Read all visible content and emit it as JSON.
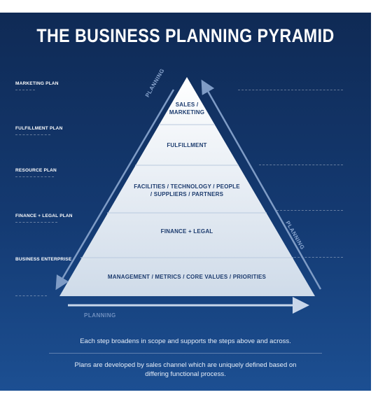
{
  "title": "THE BUSINESS PLANNING PYRAMID",
  "tier_labels": [
    "MARKETING PLAN",
    "FULFILLMENT PLAN",
    "RESOURCE PLAN",
    "FINANCE + LEGAL PLAN",
    "BUSINESS ENTERPRISE"
  ],
  "pyramid_layers": [
    {
      "text": "SALES / MARKETING"
    },
    {
      "text": "FULFILLMENT"
    },
    {
      "text": "FACILITIES / TECHNOLOGY / PEOPLE / SUPPLIERS / PARTNERS"
    },
    {
      "text": "FINANCE + LEGAL"
    },
    {
      "text": "MANAGEMENT / METRICS / CORE VALUES / PRIORITIES"
    }
  ],
  "arrows": {
    "left": "PLANNING",
    "right": "PLANNING",
    "bottom": "PLANNING"
  },
  "footer": {
    "line1": "Each step broadens in scope and supports the steps above and across.",
    "line2": "Plans are developed by sales channel which are uniquely defined based on differing functional process."
  },
  "colors": {
    "background_top": "#0f2a55",
    "background_bottom": "#1c4f92",
    "pyramid_top": "#ffffff",
    "pyramid_bottom": "#cfdbe9",
    "layer_text": "#1c3b6e",
    "arrow": "#7f9cc6"
  }
}
